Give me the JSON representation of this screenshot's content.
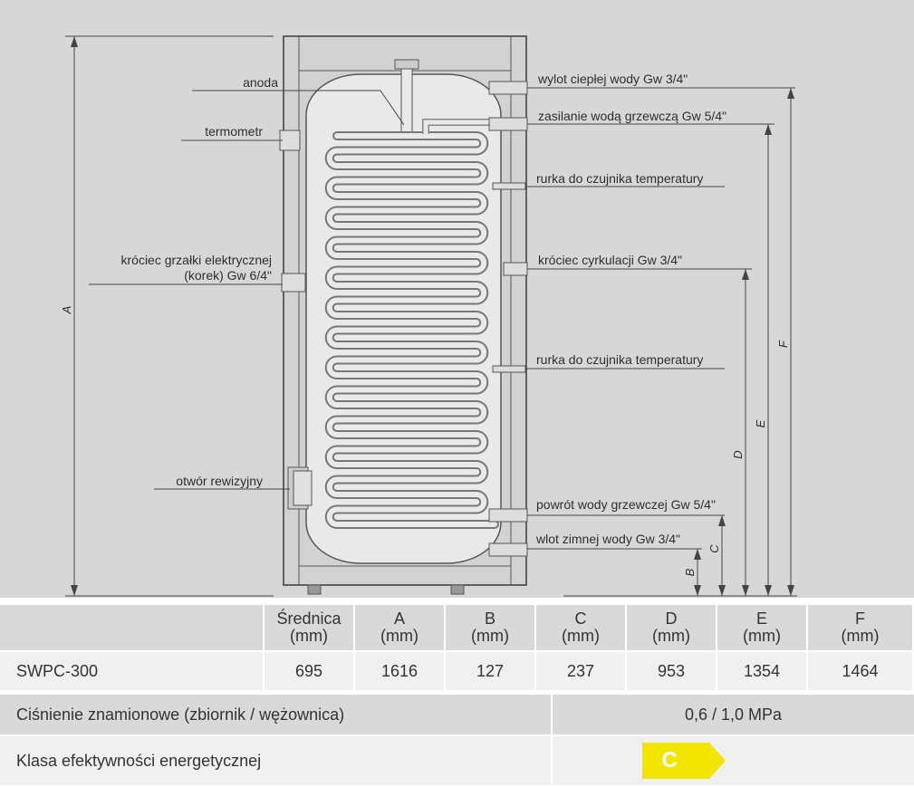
{
  "labels": {
    "anoda": "anoda",
    "termometr": "termometr",
    "grzalka_line1": "króciec grzałki elektrycznej",
    "grzalka_line2": "(korek) Gw 6/4\"",
    "rewizyjny": "otwór rewizyjny",
    "wylot": "wylot ciepłej wody Gw 3/4\"",
    "zasilanie": "zasilanie wodą grzewczą Gw 5/4\"",
    "czujnik1": "rurka do czujnika temperatury",
    "cyrkulacja": "króciec cyrkulacji Gw 3/4\"",
    "czujnik2": "rurka do czujnika temperatury",
    "powrot": "powrót wody grzewczej Gw 5/4\"",
    "wlot": "wlot zimnej wody Gw 3/4\""
  },
  "dimensions": {
    "A": "A",
    "B": "B",
    "C": "C",
    "D": "D",
    "E": "E",
    "F": "F"
  },
  "table": {
    "headers": [
      {
        "l1": "Średnica",
        "l2": "(mm)"
      },
      {
        "l1": "A",
        "l2": "(mm)"
      },
      {
        "l1": "B",
        "l2": "(mm)"
      },
      {
        "l1": "C",
        "l2": "(mm)"
      },
      {
        "l1": "D",
        "l2": "(mm)"
      },
      {
        "l1": "E",
        "l2": "(mm)"
      },
      {
        "l1": "F",
        "l2": "(mm)"
      }
    ],
    "row": {
      "model": "SWPC-300",
      "values": [
        "695",
        "1616",
        "127",
        "237",
        "953",
        "1354",
        "1464"
      ]
    }
  },
  "info": {
    "pressure_label": "Ciśnienie znamionowe (zbiornik / wężownica)",
    "pressure_value": "0,6 / 1,0 MPa",
    "energy_label": "Klasa efektywności energetycznej",
    "energy_class": "C",
    "energy_color": "#f2e600"
  }
}
